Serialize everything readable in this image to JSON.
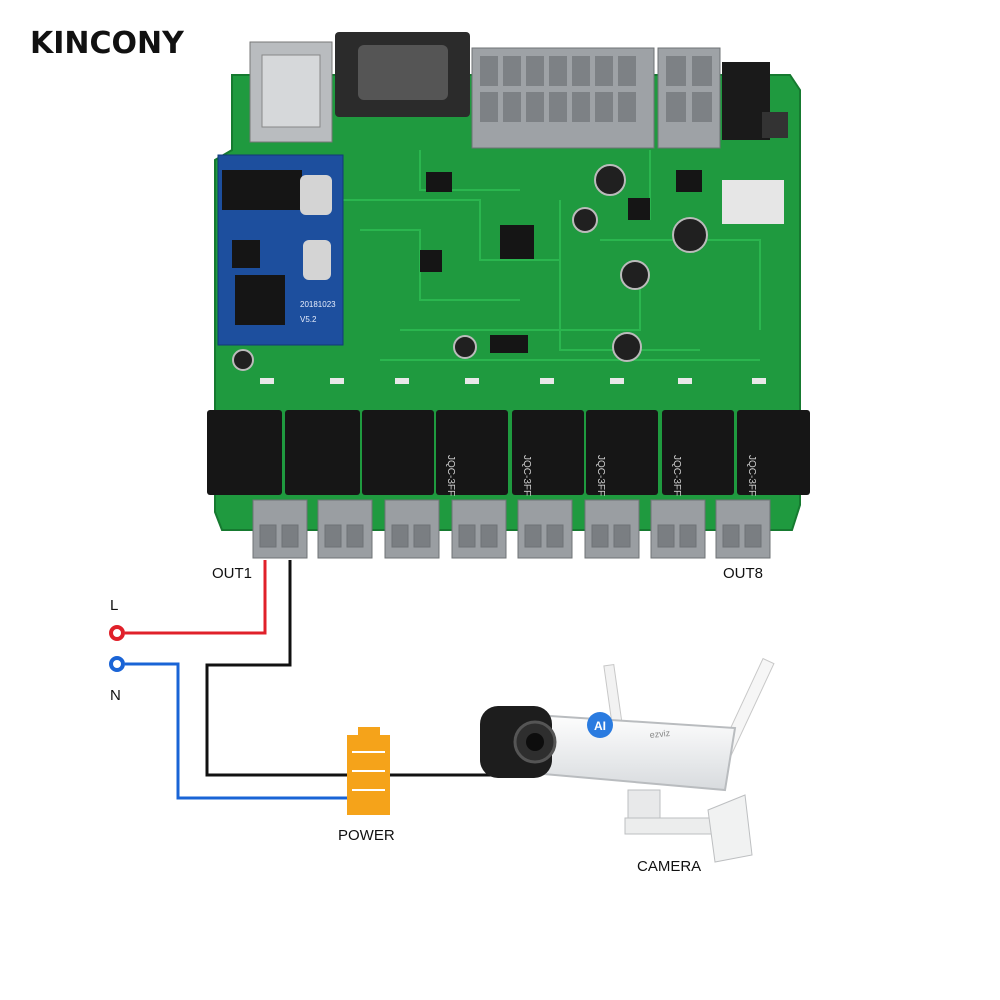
{
  "brand": "KINCONY",
  "labels": {
    "out1": "OUT1",
    "out8": "OUT8",
    "live": "L",
    "neutral": "N",
    "power": "POWER",
    "camera": "CAMERA"
  },
  "board": {
    "date_code": "20181023",
    "version": "V5.2",
    "relay_model": "JQC-3FF",
    "relay_count": 8
  },
  "camera_badge": "AI",
  "camera_brand": "ezviz",
  "colors": {
    "pcb": "#1f9a3f",
    "live_wire": "#e0202a",
    "neutral_wire": "#1a64d6",
    "ground_wire": "#111111",
    "power_block": "#f5a31a"
  }
}
